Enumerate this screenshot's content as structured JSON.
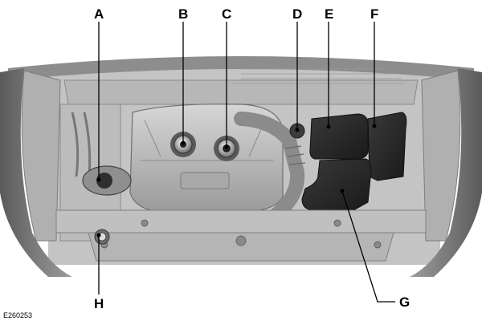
{
  "figure": {
    "code": "E260253",
    "callouts": {
      "A": "A",
      "B": "B",
      "C": "C",
      "D": "D",
      "E": "E",
      "F": "F",
      "G": "G",
      "H": "H"
    }
  }
}
